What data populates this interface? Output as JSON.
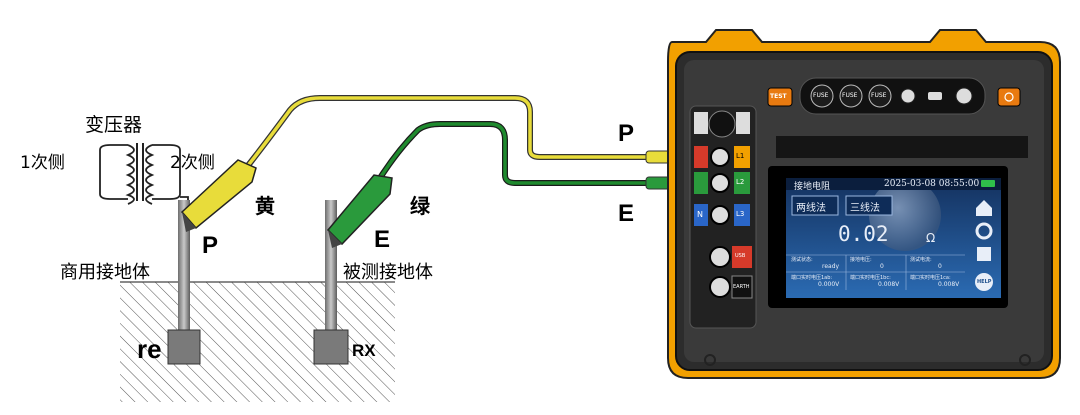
{
  "labels": {
    "transformer": "变压器",
    "primary_side": "1次侧",
    "secondary_side": "2次侧",
    "yellow_lead": "黄",
    "green_lead": "绿",
    "p_clip": "P",
    "e_clip": "E",
    "commercial_ground": "商用接地体",
    "measured_ground": "被测接地体",
    "re_rod": "re",
    "rx_rod": "RX",
    "p_terminal": "P",
    "e_terminal": "E"
  },
  "device": {
    "test_button": "TEST",
    "fuses": [
      "FUSE",
      "FUSE",
      "FUSE"
    ],
    "terminals": [
      "L1",
      "L2",
      "L3"
    ],
    "n_terminal": "N",
    "lower_ports": [
      "USB",
      "EARTH"
    ]
  },
  "screen": {
    "title": "接地电阻",
    "datetime": "2025-03-08 08:55:00",
    "tabs": [
      "两线法",
      "三线法"
    ],
    "reading": "0.02",
    "unit": "Ω",
    "info_row1": [
      {
        "label": "测试状态:",
        "value": "ready"
      },
      {
        "label": "接地电压:",
        "value": "0"
      },
      {
        "label": "测试电流:",
        "value": "0"
      }
    ],
    "info_row2": [
      {
        "label": "端口实时电压1ab:",
        "value": "0.000V"
      },
      {
        "label": "端口实时电压1bc:",
        "value": "0.008V"
      },
      {
        "label": "端口实时电压1ca:",
        "value": "0.008V"
      }
    ],
    "help": "HELP"
  },
  "colors": {
    "yellow_wire": "#e8dc3a",
    "green_wire": "#1f8a2e",
    "case_orange": "#f2a000",
    "screen_blue": "#1e4f8c"
  }
}
